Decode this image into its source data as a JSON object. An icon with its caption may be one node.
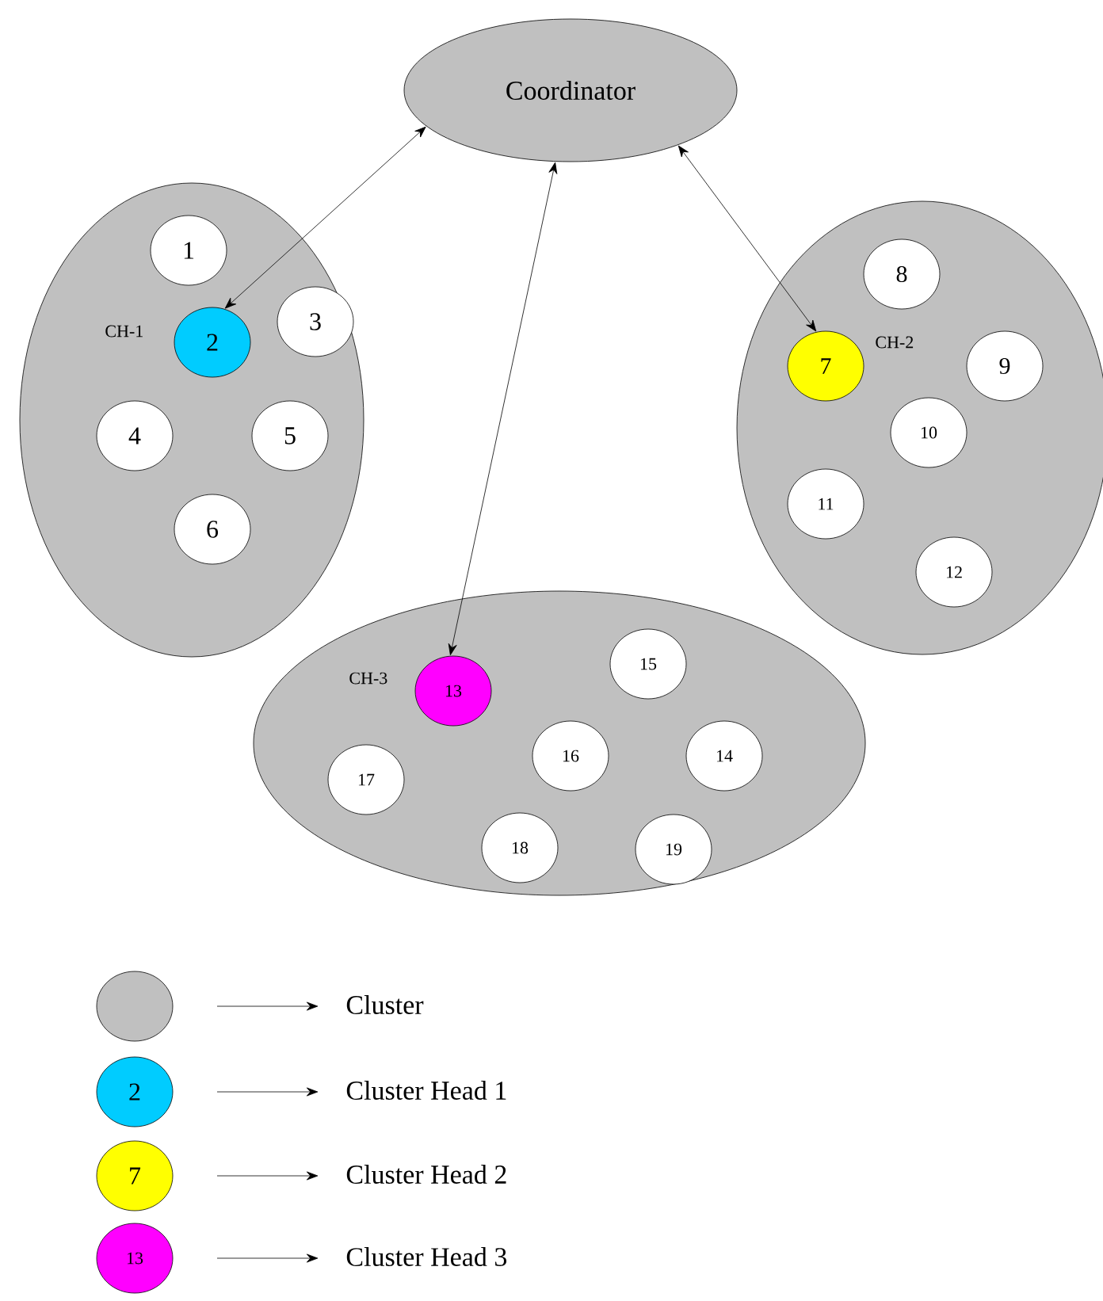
{
  "diagram": {
    "nodes": [
      {
        "text": [
          "Coordinator"
        ]
      },
      {
        "text": [],
        "shape": "ellipse"
      },
      {
        "text": [
          "1"
        ],
        "in": 1
      },
      {
        "text": [
          "2"
        ],
        "in": 1,
        "beside": [
          "CH-1"
        ]
      },
      {
        "text": [
          "3"
        ],
        "in": 1
      },
      {
        "text": [
          "4"
        ],
        "in": 1
      },
      {
        "text": [
          "5"
        ],
        "in": 1
      },
      {
        "text": [
          "6"
        ],
        "in": 1
      },
      {
        "text": [],
        "shape": "ellipse"
      },
      {
        "text": [
          "8"
        ],
        "in": 8
      },
      {
        "text": [
          "7"
        ],
        "in": 8,
        "beside": [
          "CH-2"
        ]
      },
      {
        "text": [
          "9"
        ],
        "in": 8
      },
      {
        "text": [
          "10"
        ],
        "in": 8
      },
      {
        "text": [
          "11"
        ],
        "in": 8
      },
      {
        "text": [
          "12"
        ],
        "in": 8
      },
      {
        "text": [],
        "shape": "ellipse"
      },
      {
        "text": [
          "15"
        ],
        "in": 15
      },
      {
        "text": [
          "13"
        ],
        "in": 15,
        "beside": [
          "CH-3"
        ]
      },
      {
        "text": [
          "16"
        ],
        "in": 15
      },
      {
        "text": [
          "14"
        ],
        "in": 15
      },
      {
        "text": [
          "17"
        ],
        "in": 15
      },
      {
        "text": [
          "18"
        ],
        "in": 15
      },
      {
        "text": [
          "19"
        ],
        "in": 15
      }
    ],
    "edges": [
      {
        "from": 0,
        "to": 3,
        "arrow": "both"
      },
      {
        "from": 0,
        "to": 17,
        "arrow": "both"
      },
      {
        "from": 0,
        "to": 10,
        "arrow": "both"
      }
    ],
    "labels": [
      "2",
      "7",
      "13"
    ],
    "legend": [
      {
        "text": "Cluster",
        "color": "#c0c0c0"
      },
      {
        "text": "Cluster Head 1",
        "color": "#00ccff"
      },
      {
        "text": "Cluster Head 2",
        "color": "#ffff00"
      },
      {
        "text": "Cluster Head 3",
        "color": "#ff00ff"
      }
    ]
  }
}
